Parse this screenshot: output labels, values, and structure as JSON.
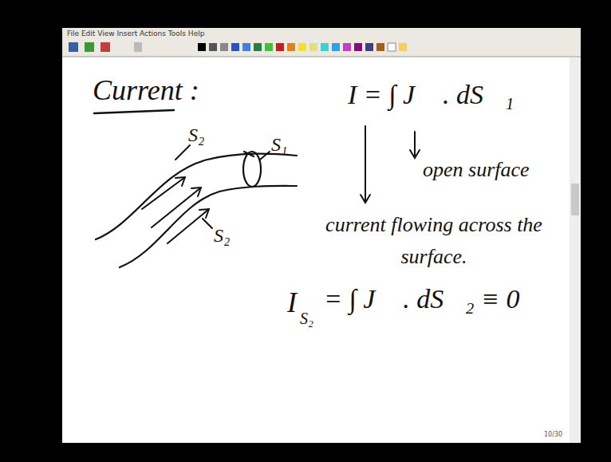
{
  "diagram": {
    "title": "Current :",
    "labels": [
      "File Edit View Insert Actions Tools Help",
      "S₂",
      "S₁",
      "S₂",
      "I = ∫ J⃗ . dS⃗₁",
      "open surface",
      "current flowing across the surface.",
      "I",
      "S₂",
      "= ∫ J⃗ . dS⃗₂ ≡ 0",
      "10/30"
    ]
  }
}
